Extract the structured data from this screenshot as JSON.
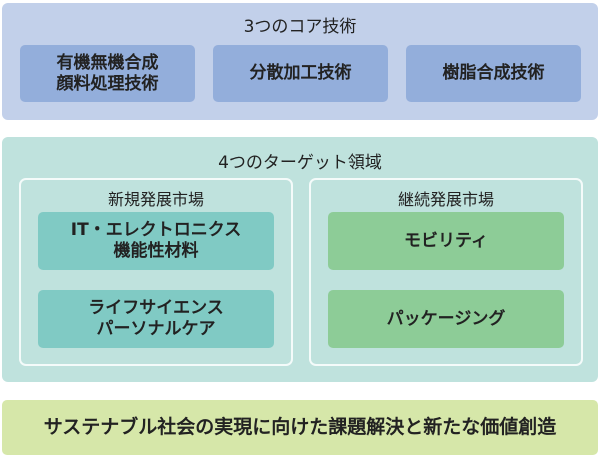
{
  "core_tech": {
    "title": "3つのコア技術",
    "items": [
      {
        "line1": "有機無機合成",
        "line2": "顔料処理技術"
      },
      {
        "line1": "分散加工技術"
      },
      {
        "line1": "樹脂合成技術"
      }
    ],
    "colors": {
      "panel": "#c2d0ea",
      "box": "#93aedb"
    }
  },
  "target_areas": {
    "title": "4つのターゲット領域",
    "new_markets": {
      "title": "新規発展市場",
      "items": [
        {
          "line1": "IT・エレクトロニクス",
          "line2": "機能性材料"
        },
        {
          "line1": "ライフサイエンス",
          "line2": "パーソナルケア"
        }
      ]
    },
    "continuing_markets": {
      "title": "継続発展市場",
      "items": [
        {
          "line1": "モビリティ"
        },
        {
          "line1": "パッケージング"
        }
      ]
    },
    "colors": {
      "panel": "#bfe2dd",
      "new_box": "#80cac4",
      "cont_box": "#8dcc97"
    }
  },
  "goal": {
    "text": "サステナブル社会の実現に向けた課題解決と新たな価値創造",
    "color": "#d6e7a9"
  }
}
